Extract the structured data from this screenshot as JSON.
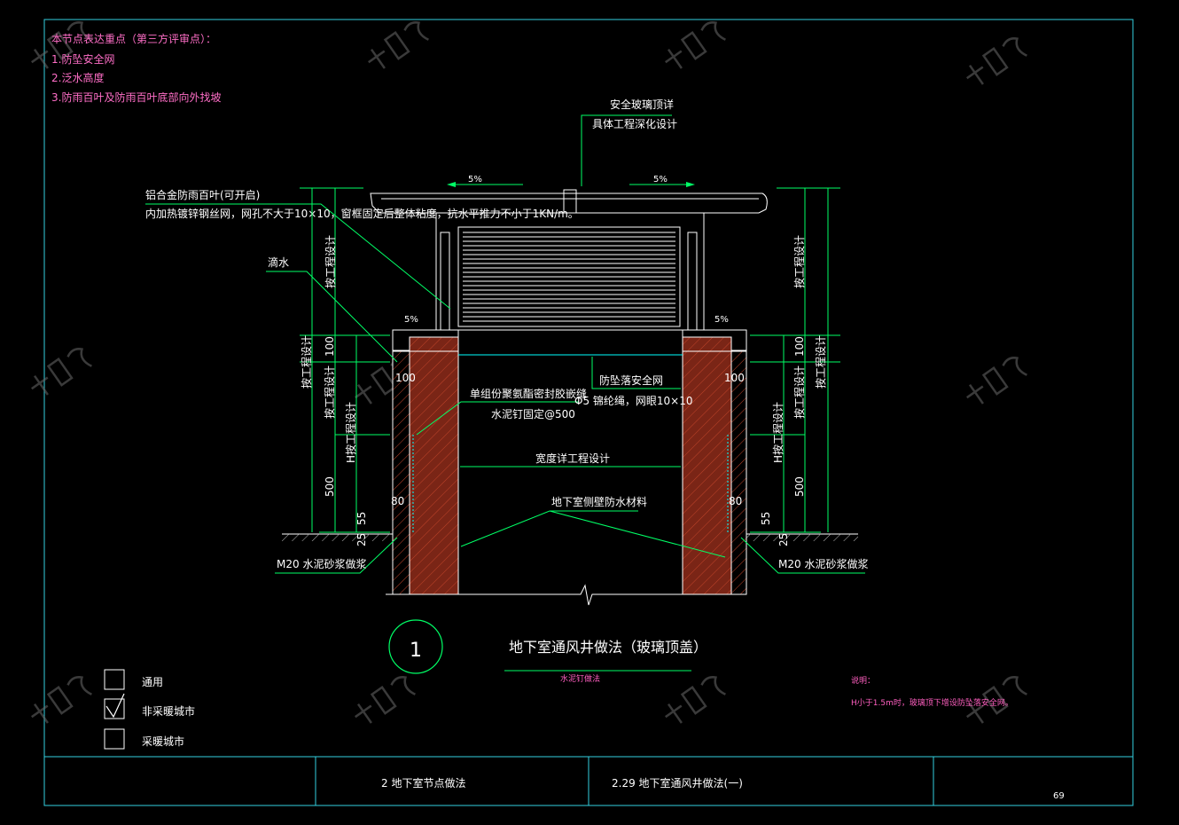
{
  "notes": {
    "heading": "本节点表达重点（第三方评审点）：",
    "items": [
      "1.防坠安全网",
      "2.泛水高度",
      "3.防雨百叶及防雨百叶底部向外找坡"
    ]
  },
  "labels": {
    "glass_top_1": "安全玻璃顶详",
    "glass_top_2": "具体工程深化设计",
    "slope": "5%",
    "louver_1": "铝合金防雨百叶(可开启)",
    "louver_2": "内加热镀锌钢丝网，网孔不大于10×10，窗框固定后整体粘度，抗水平推力不小于1KN/m。",
    "drip": "滴水",
    "sealant_1": "单组份聚氨酯密封胶嵌缝",
    "sealant_2": "水泥钉固定@500",
    "safety_net_1": "防坠落安全网",
    "safety_net_2": "Φ5 锦纶绳，网眼10×10",
    "width": "宽度详工程设计",
    "waterproof": "地下室侧壁防水材料",
    "mortar": "M20 水泥砂浆做浆",
    "by_project": "按工程设计",
    "h_by_project": "H按工程设计"
  },
  "dims": {
    "d100": "100",
    "d500": "500",
    "d80": "80",
    "d55": "55",
    "d25": "25"
  },
  "detail": {
    "number": "1",
    "title": "地下室通风井做法（玻璃顶盖）",
    "subtitle": "水泥钉做法"
  },
  "remark": {
    "heading": "说明：",
    "text": "H小于1.5m时，玻璃顶下增设防坠落安全网。"
  },
  "legend": [
    {
      "label": "通用",
      "checked": false
    },
    {
      "label": "非采暖城市",
      "checked": true
    },
    {
      "label": "采暖城市",
      "checked": false
    }
  ],
  "titleblock": {
    "section": "2  地下室节点做法",
    "drawing": "2.29  地下室通风井做法(一)",
    "page": "69"
  },
  "colors": {
    "frame": "#33d0e0",
    "leader": "#00ff66",
    "note": "#ff6ec7",
    "hatch": "#8b2a1a"
  }
}
